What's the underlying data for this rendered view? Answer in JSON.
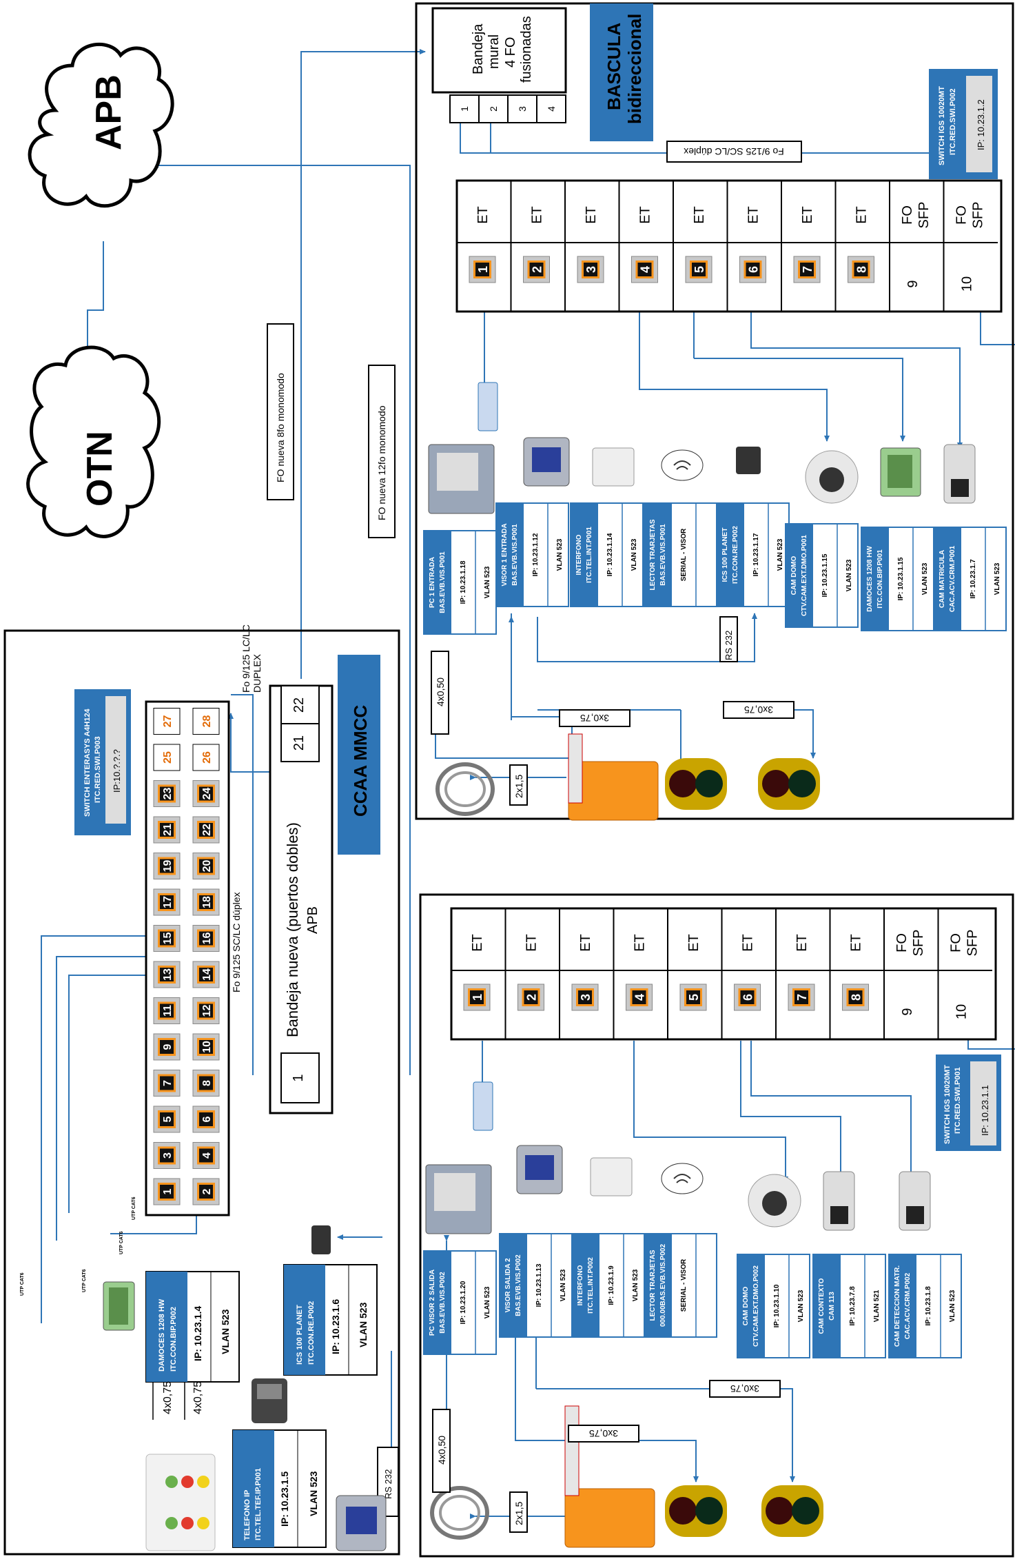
{
  "clouds": {
    "apb": "APB",
    "otn": "OTN"
  },
  "fibers": {
    "fo8": "FO nueva 8fo monomodo",
    "fo12": "FO nueva 12fo monomodo",
    "lc_lc": "Fo 9/125 LC/LC",
    "duplex": "DUPLEX",
    "sc_lc": "Fo 9/125 SC/LC dúplex",
    "sc_lc_top": "Fo 9/125 SC/LC dúplex"
  },
  "bascula": {
    "title1": "BASCULA",
    "title2": "bidireccional",
    "tray": [
      "Bandeja",
      "mural",
      "4 FO",
      "fusionadas"
    ],
    "tray_ports": [
      "1",
      "2",
      "3",
      "4"
    ]
  },
  "ccaa": {
    "title": "CCAA MMCC",
    "tray_title": "Bandeja nueva (puertos dobles)",
    "tray_sub": "APB",
    "tray_ports": [
      "1",
      "21",
      "22"
    ]
  },
  "switch_left": {
    "label1": "SWITCH ENTERASYS A4H124",
    "label2": "ITC.RED.SWI.P003",
    "ip": "IP:10.?.?.?",
    "ports_top": [
      "1",
      "3",
      "5",
      "7",
      "9",
      "11",
      "13",
      "15",
      "17",
      "19",
      "21",
      "23",
      "25",
      "27"
    ],
    "ports_bottom": [
      "2",
      "4",
      "6",
      "8",
      "10",
      "12",
      "14",
      "16",
      "18",
      "20",
      "22",
      "24",
      "26",
      "28"
    ]
  },
  "switch_top": {
    "label1": "SWITCH IGS 10020MT",
    "label2": "ITC.RED.SWI.P002",
    "ip": "IP: 10.23.1.2",
    "ports": [
      "1",
      "2",
      "3",
      "4",
      "5",
      "6",
      "7",
      "8",
      "9",
      "10"
    ],
    "types": [
      "ET",
      "ET",
      "ET",
      "ET",
      "ET",
      "ET",
      "ET",
      "ET",
      "FO SFP",
      "FO SFP"
    ]
  },
  "switch_bottom": {
    "label1": "SWITCH IGS 10020MT",
    "label2": "ITC.RED.SWI.P001",
    "ip": "IP: 10.23.1.1",
    "ports": [
      "1",
      "2",
      "3",
      "4",
      "5",
      "6",
      "7",
      "8",
      "9",
      "10"
    ],
    "types": [
      "ET",
      "ET",
      "ET",
      "ET",
      "ET",
      "ET",
      "ET",
      "ET",
      "FO SFP",
      "FO SFP"
    ]
  },
  "top_devices": [
    {
      "l1": "PC 1 ENTRADA",
      "l2": "BAS.EVB.VIS.P001",
      "ip": "IP: 10.23.1.18",
      "vlan": "VLAN 523"
    },
    {
      "l1": "VISOR 1 ENTRADA",
      "l2": "BAS.EVB.VIS.P001",
      "ip": "IP: 10.23.1.12",
      "vlan": "VLAN 523"
    },
    {
      "l1": "INTERFONO",
      "l2": "ITC.TEL.INT.P001",
      "ip": "IP: 10.23.1.14",
      "vlan": "VLAN 523"
    },
    {
      "l1": "LECTOR TRARJETAS",
      "l2": "BAS.EVB.VIS.P001",
      "ip": "SERIAL - VISOR",
      "vlan": ""
    },
    {
      "l1": "ICS 100 PLANET",
      "l2": "ITC.CON.RE.P002",
      "ip": "IP: 10.23.1.17",
      "vlan": "VLAN 523"
    },
    {
      "l1": "CAM DOMO",
      "l2": "CTV.CAM.EXT.DMO.P001",
      "ip": "IP: 10.23.1.15",
      "vlan": "VLAN 523"
    },
    {
      "l1": "DAMOCES 1208 HW",
      "l2": "ITC.CON.BIP.P001",
      "ip": "IP: 10.23.1.15",
      "vlan": "VLAN 523"
    },
    {
      "l1": "CAM MATRICULA",
      "l2": "CAC.ACV.CRM.P001",
      "ip": "IP: 10.23.1.7",
      "vlan": "VLAN 523"
    }
  ],
  "bottom_devices": [
    {
      "l1": "PC VISOR 2 SALIDA",
      "l2": "BAS.EVB.VIS.P002",
      "ip": "IP: 10.23.1.20",
      "vlan": "VLAN 523"
    },
    {
      "l1": "VISOR SALIDA 2",
      "l2": "BAS.EVB.VIS.P002",
      "ip": "IP: 10.23.1.13",
      "vlan": "VLAN 523"
    },
    {
      "l1": "INTERFONO",
      "l2": "ITC.TEL.INT.P002",
      "ip": "IP: 10.23.1.9",
      "vlan": "VLAN 523"
    },
    {
      "l1": "LECTOR TRARJETAS",
      "l2": "000.00BAS.EVB.VIS.P002",
      "ip": "SERIAL - VISOR",
      "vlan": ""
    },
    {
      "l1": "CAM DOMO",
      "l2": "CTV.CAM.EXT.DMO.P002",
      "ip": "IP: 10.23.1.10",
      "vlan": "VLAN 523"
    },
    {
      "l1": "CAM CONTEXTO",
      "l2": "CAM 113",
      "ip": "IP: 10.23.7.8",
      "vlan": "VLAN 521"
    },
    {
      "l1": "CAM DETECCION MATR.",
      "l2": "CAC.ACV.CRM.P002",
      "ip": "IP: 10.23.1.8",
      "vlan": "VLAN 523"
    }
  ],
  "left_devices": [
    {
      "l1": "DAMOCES 1208 HW",
      "l2": "ITC.CON.BIP.P002",
      "ip": "IP: 10.23.1.4",
      "vlan": "VLAN 523"
    },
    {
      "l1": "ICS 100 PLANET",
      "l2": "ITC.CON.RE.P002",
      "ip": "IP: 10.23.1.6",
      "vlan": "VLAN 523"
    },
    {
      "l1": "TELEFONO IP",
      "l2": "ITC.TEL.TEF.IP.P001",
      "ip": "IP: 10.23.1.5",
      "vlan": "VLAN 523"
    }
  ],
  "cables": {
    "c4x050": "4x0,50",
    "c3x075": "3x0,75",
    "c2x15": "2x1,5",
    "c4x075": "4x0,75",
    "rs232": "RS 232",
    "utp": "UTP CAT6"
  },
  "colors": {
    "blue": "#2e75b6",
    "teal": "#1f6f99",
    "orange": "#e36c09",
    "line": "#2e75b6"
  }
}
